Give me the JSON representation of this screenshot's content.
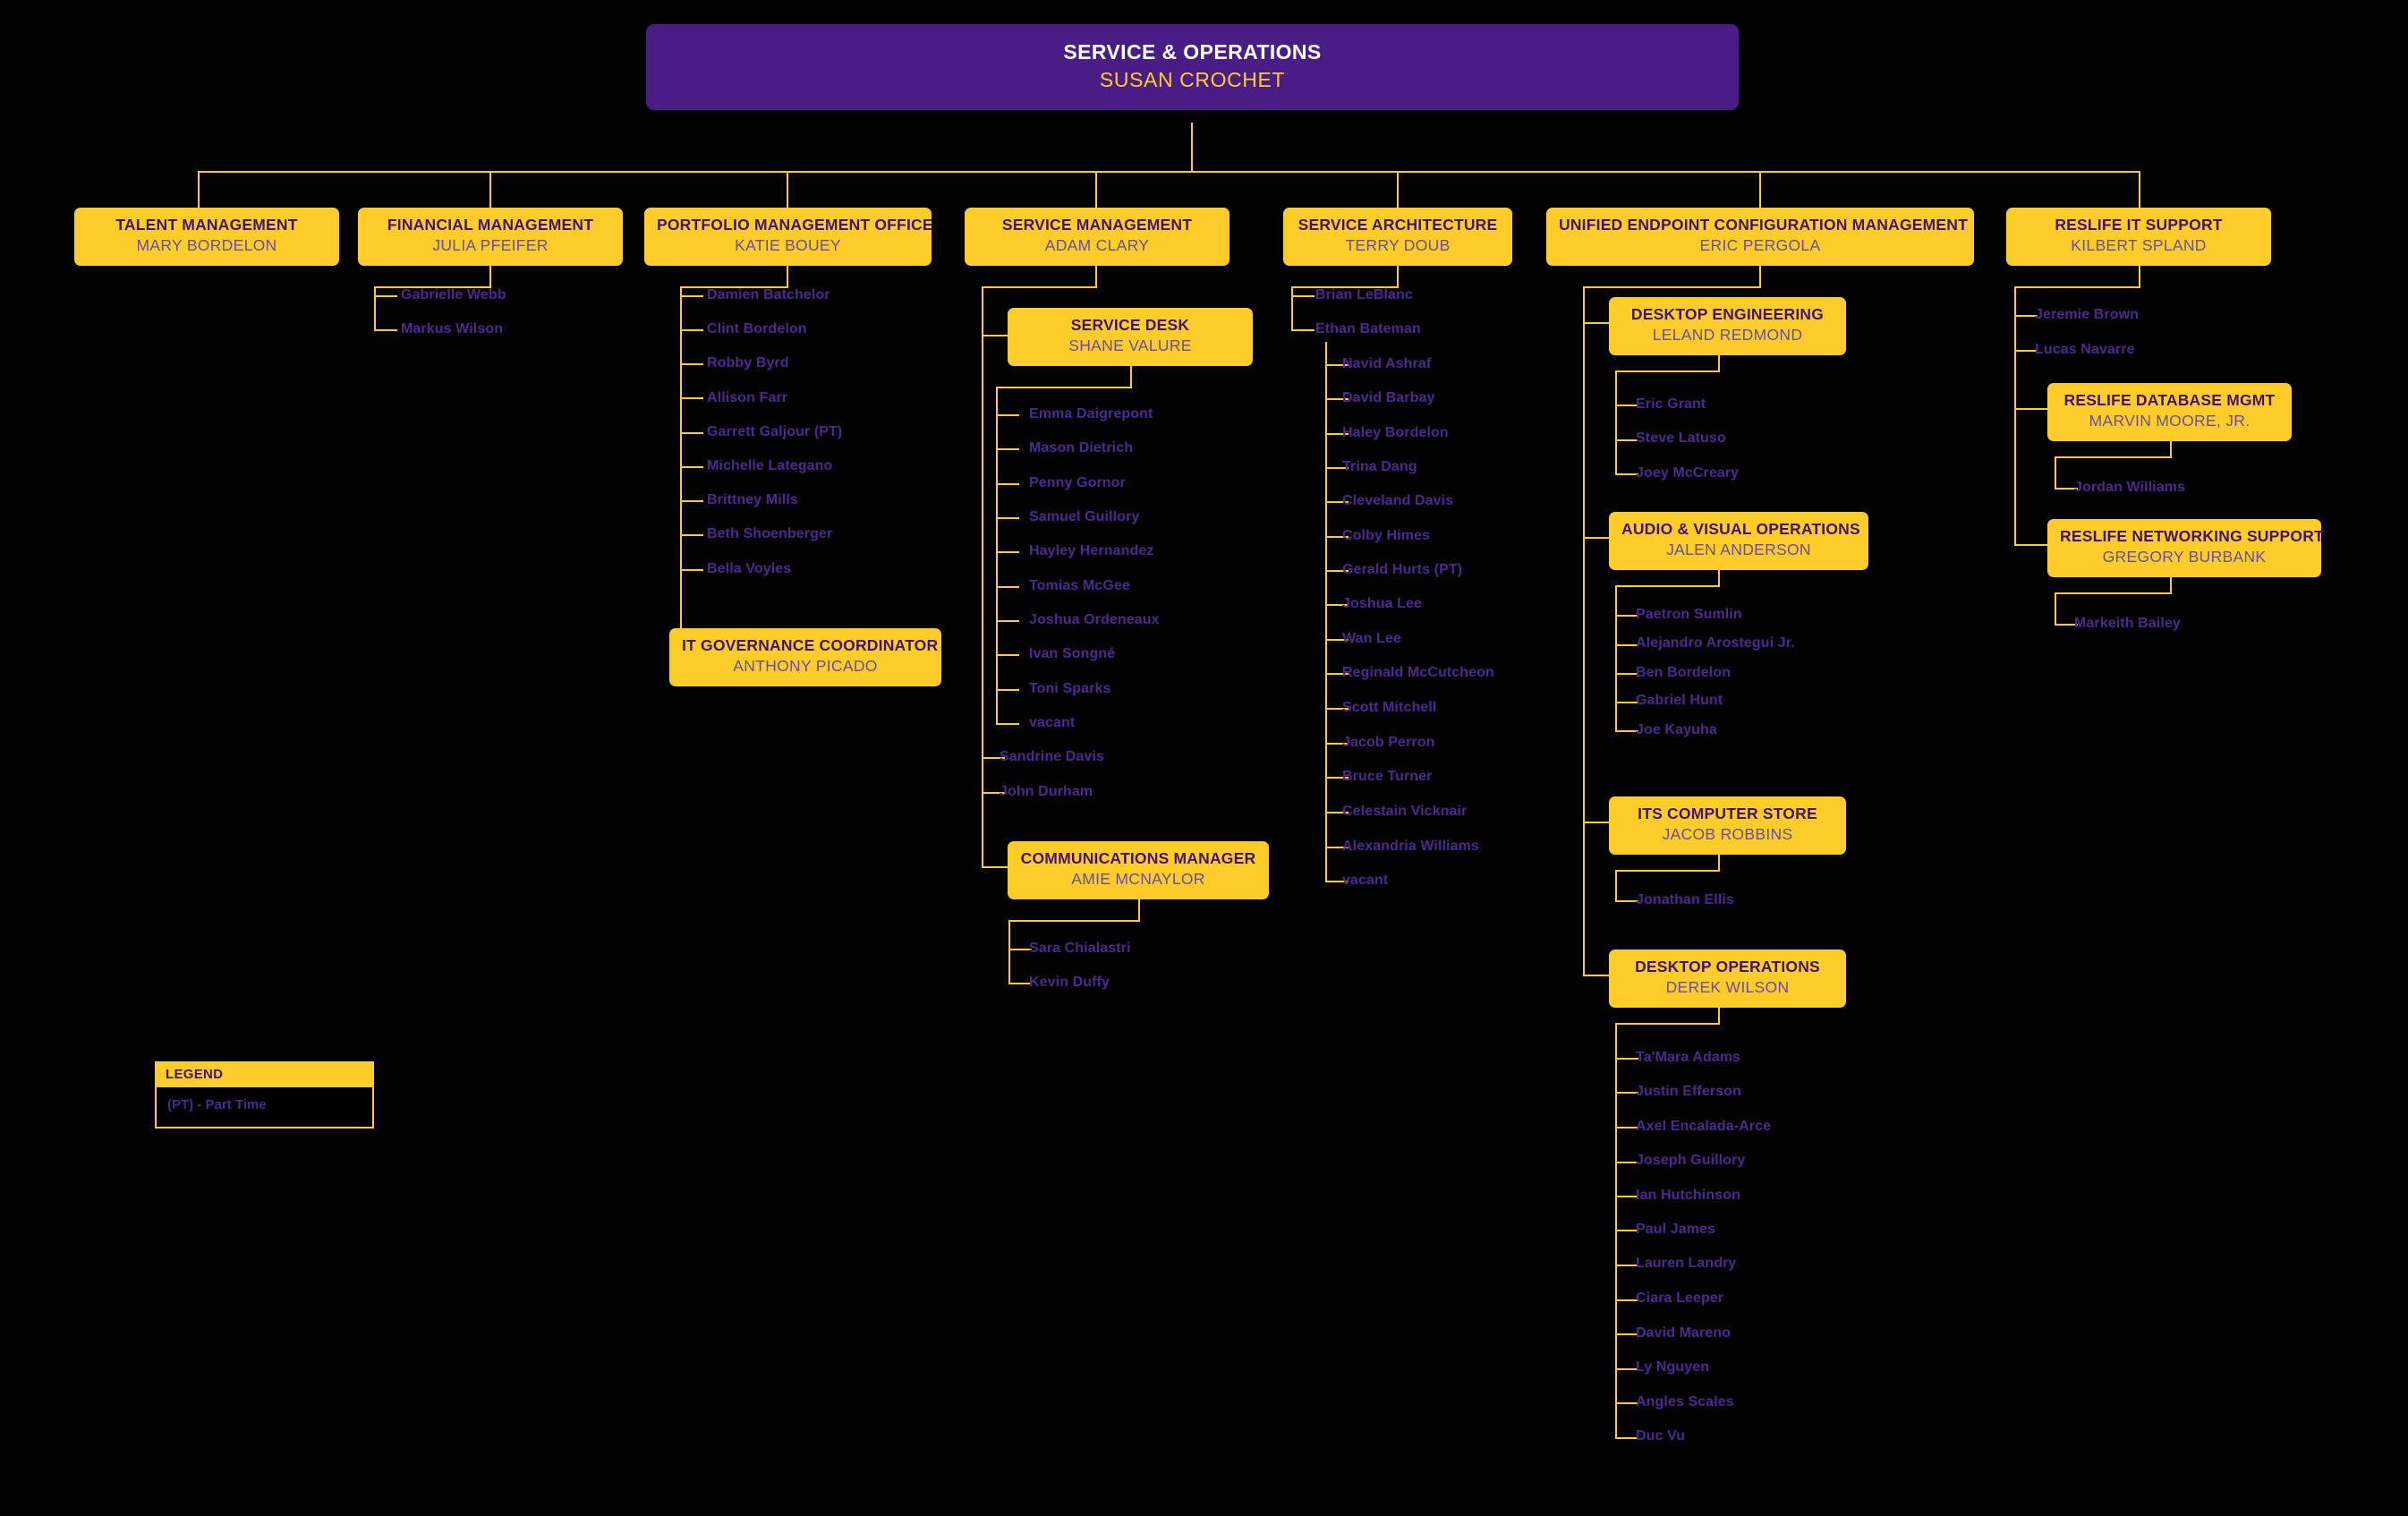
{
  "chart": {
    "type": "org-chart",
    "root": {
      "title": "SERVICE & OPERATIONS",
      "person": "SUSAN CROCHET"
    },
    "colors": {
      "background": "#000000",
      "box_fill": "#FFCD2A",
      "root_fill": "#4A1C86",
      "title_text": "#43146F",
      "person_text": "#6B4D9B",
      "leaf_text": "#4B2A8E",
      "connector": "#FFCD2A",
      "root_person_text": "#FFCD2A"
    }
  },
  "units": {
    "talent": {
      "title": "TALENT MANAGEMENT",
      "person": "MARY BORDELON"
    },
    "financial": {
      "title": "FINANCIAL MANAGEMENT",
      "person": "JULIA PFEIFER"
    },
    "pmo": {
      "title": "PORTFOLIO MANAGEMENT OFFICE",
      "person": "KATIE BOUEY"
    },
    "service_mgmt": {
      "title": "SERVICE MANAGEMENT",
      "person": "ADAM CLARY"
    },
    "service_arch": {
      "title": "SERVICE ARCHITECTURE",
      "person": "TERRY DOUB"
    },
    "uecm": {
      "title": "UNIFIED ENDPOINT CONFIGURATION MANAGEMENT",
      "person": "ERIC PERGOLA"
    },
    "reslife": {
      "title": "RESLIFE IT SUPPORT",
      "person": "KILBERT SPLAND"
    },
    "it_governance": {
      "title": "IT GOVERNANCE COORDINATOR",
      "person": "ANTHONY PICADO"
    },
    "service_desk": {
      "title": "SERVICE DESK",
      "person": "SHANE VALURE"
    },
    "communications": {
      "title": "COMMUNICATIONS MANAGER",
      "person": "AMIE MCNAYLOR"
    },
    "desktop_eng": {
      "title": "DESKTOP ENGINEERING",
      "person": "LELAND REDMOND"
    },
    "av_ops": {
      "title": "AUDIO & VISUAL OPERATIONS",
      "person": "JALEN ANDERSON"
    },
    "computer_store": {
      "title": "ITS COMPUTER STORE",
      "person": "JACOB ROBBINS"
    },
    "desktop_ops": {
      "title": "DESKTOP OPERATIONS",
      "person": "DEREK WILSON"
    },
    "reslife_db": {
      "title": "RESLIFE DATABASE MGMT",
      "person": "MARVIN MOORE, JR."
    },
    "reslife_net": {
      "title": "RESLIFE NETWORKING SUPPORT",
      "person": "GREGORY BURBANK"
    }
  },
  "staff": {
    "financial": [
      "Gabrielle Webb",
      "Markus Wilson"
    ],
    "pmo": [
      "Damien Batchelor",
      "Clint Bordelon",
      "Robby Byrd",
      "Allison Farr",
      "Garrett Galjour (PT)",
      "Michelle Lategano",
      "Brittney Mills",
      "Beth Shoenberger",
      "Bella Voyles"
    ],
    "service_desk": [
      "Emma Daigrepont",
      "Mason Dietrich",
      "Penny Gornor",
      "Samuel Guillory",
      "Hayley Hernandez",
      "Tomias McGee",
      "Joshua Ordeneaux",
      "Ivan Songné",
      "Toni Sparks",
      "vacant"
    ],
    "service_mgmt_direct": [
      "Sandrine Davis",
      "John Durham"
    ],
    "communications": [
      "Sara Chialastri",
      "Kevin Duffy"
    ],
    "service_arch_direct": [
      "Brian LeBlanc",
      "Ethan Bateman"
    ],
    "bateman": [
      "Navid Ashraf",
      "David Barbay",
      "Haley Bordelon",
      "Trina Dang",
      "Cleveland Davis",
      "Colby Himes",
      "Gerald Hurts (PT)",
      "Joshua Lee",
      "Wan Lee",
      "Reginald McCutcheon",
      "Scott Mitchell",
      "Jacob Perron",
      "Bruce Turner",
      "Celestain Vicknair",
      "Alexandria Williams",
      "vacant"
    ],
    "desktop_eng": [
      "Eric Grant",
      "Steve Latuso",
      "Joey McCreary"
    ],
    "av_ops": [
      "Paetron Sumlin",
      "Alejandro Arostegui Jr.",
      "Ben Bordelon",
      "Gabriel Hunt",
      "Joe Kayuha"
    ],
    "computer_store": [
      "Jonathan Ellis"
    ],
    "desktop_ops": [
      "Ta'Mara Adams",
      "Justin Efferson",
      "Axel Encalada-Arce",
      "Joseph Guillory",
      "Ian Hutchinson",
      "Paul James",
      "Lauren Landry",
      "Ciara Leeper",
      "David Mareno",
      "Ly Nguyen",
      "Angles Scales",
      "Duc Vu"
    ],
    "reslife_direct": [
      "Jeremie Brown",
      "Lucas Navarre"
    ],
    "reslife_db": [
      "Jordan Williams"
    ],
    "reslife_net": [
      "Markeith Bailey"
    ]
  },
  "legend": {
    "heading": "LEGEND",
    "items": [
      "(PT) - Part Time"
    ]
  }
}
